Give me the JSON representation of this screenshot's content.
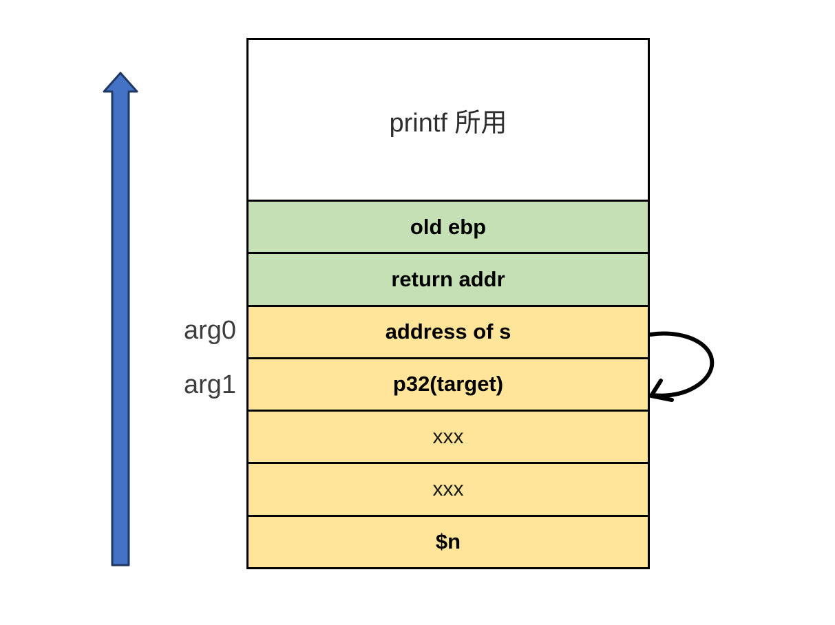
{
  "stack": {
    "header_label": "printf 所用",
    "rows": [
      {
        "label": "old ebp"
      },
      {
        "label": "return addr"
      },
      {
        "label": "address of s"
      },
      {
        "label": "p32(target)"
      },
      {
        "label": "xxx"
      },
      {
        "label": "xxx"
      },
      {
        "label": "$n"
      }
    ]
  },
  "side_labels": [
    {
      "text": "arg0"
    },
    {
      "text": "arg1"
    }
  ],
  "icons": {
    "up_arrow": "stack-grows-upward-arrow",
    "loop_arrow": "address-points-to-p32-target-arrow"
  },
  "colors": {
    "saved_frame_row": "#C5E0B4",
    "argument_row": "#FFE599",
    "up_arrow_fill": "#4472C4",
    "up_arrow_outline": "#203864",
    "loop_arrow_stroke": "#000000",
    "table_border": "#000000"
  }
}
